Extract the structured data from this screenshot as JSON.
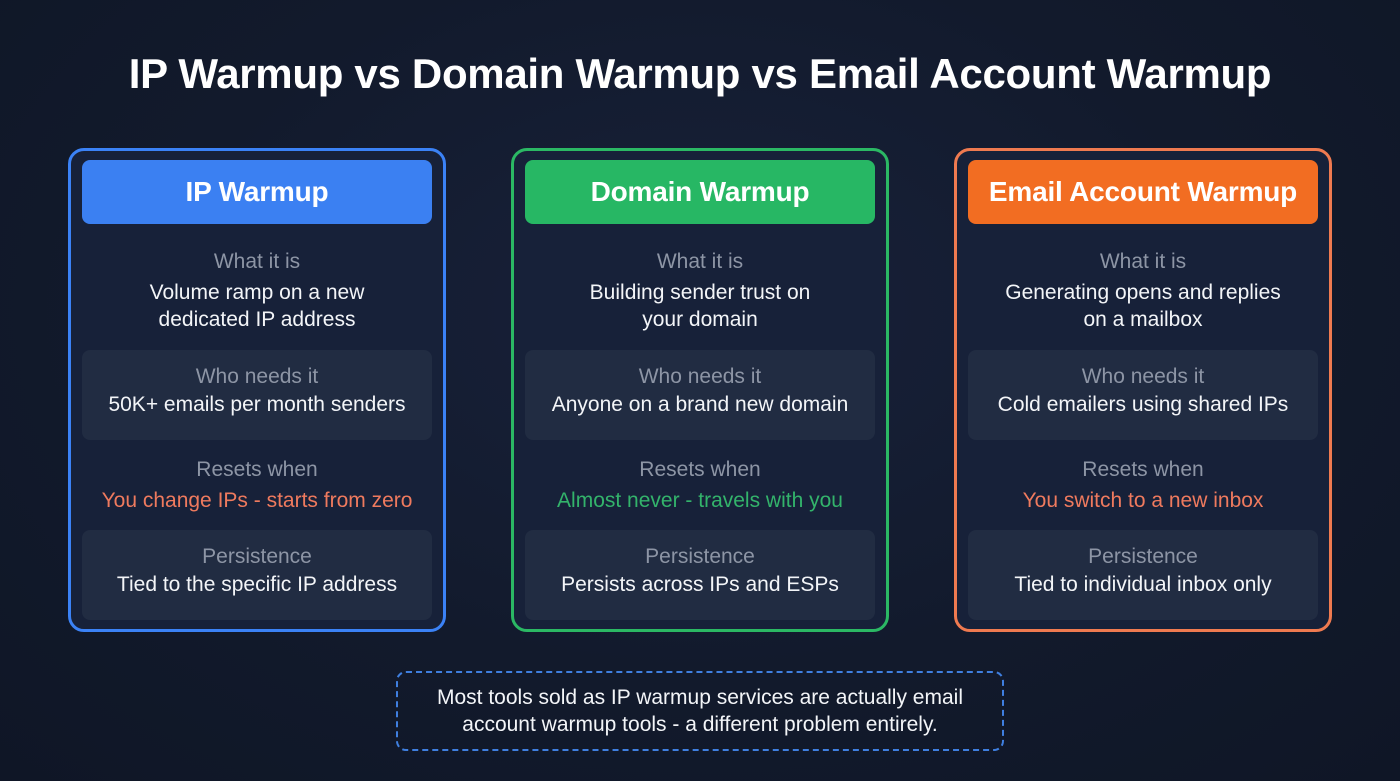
{
  "title": "IP Warmup vs Domain Warmup vs Email Account Warmup",
  "row_labels": {
    "what": "What it is",
    "who": "Who needs it",
    "resets": "Resets when",
    "persistence": "Persistence"
  },
  "cards": [
    {
      "name": "IP Warmup",
      "accent": "#3b82f6",
      "header_color": "#3b80f2",
      "what": "Volume ramp on a new dedicated IP address",
      "what_lines": [
        "Volume ramp on a new",
        "dedicated IP address"
      ],
      "who": "50K+ emails per month senders",
      "resets": "You change IPs - starts from zero",
      "resets_color": "#ef7a5e",
      "persistence": "Tied to the specific IP address"
    },
    {
      "name": "Domain Warmup",
      "accent": "#2bb864",
      "header_color": "#27b764",
      "what": "Building sender trust on your domain",
      "what_lines": [
        "Building sender trust on",
        "your domain"
      ],
      "who": "Anyone on a brand new domain",
      "resets": "Almost never - travels with you",
      "resets_color": "#33b36b",
      "persistence": "Persists across IPs and ESPs"
    },
    {
      "name": "Email Account Warmup",
      "accent": "#ef7a50",
      "header_color": "#f26d22",
      "what": "Generating opens and replies on a mailbox",
      "what_lines": [
        "Generating opens and replies",
        "on a mailbox"
      ],
      "who": "Cold emailers using shared IPs",
      "resets": "You switch to a new inbox",
      "resets_color": "#ef7a5e",
      "persistence": "Tied to individual inbox only"
    }
  ],
  "note": {
    "lines": [
      "Most tools sold as IP warmup services are actually email",
      "account warmup tools - a different problem entirely."
    ],
    "border_color": "#3f7fe0"
  }
}
